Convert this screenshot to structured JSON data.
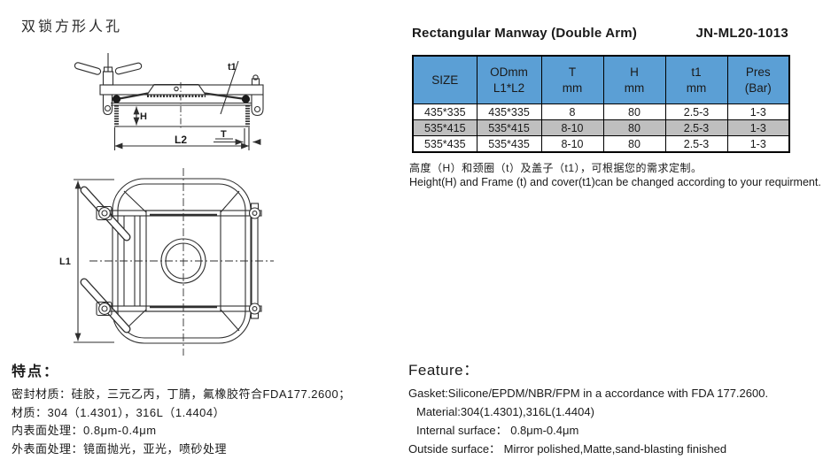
{
  "header": {
    "title_cn": "双锁方形人孔",
    "title_en": "Rectangular Manway (Double Arm)",
    "model": "JN-ML20-1013"
  },
  "table": {
    "columns": [
      {
        "line1": "SIZE",
        "line2": ""
      },
      {
        "line1": "ODmm",
        "line2": "L1*L2"
      },
      {
        "line1": "T",
        "line2": "mm"
      },
      {
        "line1": "H",
        "line2": "mm"
      },
      {
        "line1": "t1",
        "line2": "mm"
      },
      {
        "line1": "Pres",
        "line2": "(Bar)"
      }
    ],
    "rows": [
      {
        "cells": [
          "435*335",
          "435*335",
          "8",
          "80",
          "2.5-3",
          "1-3"
        ]
      },
      {
        "cells": [
          "535*415",
          "535*415",
          "8-10",
          "80",
          "2.5-3",
          "1-3"
        ]
      },
      {
        "cells": [
          "535*435",
          "535*435",
          "8-10",
          "80",
          "2.5-3",
          "1-3"
        ]
      }
    ]
  },
  "notes": {
    "cn": "高度（H）和颈圈（t）及盖子（t1），可根据您的需求定制。",
    "en": "Height(H) and Frame (t) and cover(t1)can be changed according to your requirment."
  },
  "features_cn": {
    "heading": "特点：",
    "lines": [
      "密封材质：硅胶，三元乙丙，丁腈，氟橡胶符合FDA177.2600；",
      "材质：304（1.4301），316L（1.4404）",
      "内表面处理：0.8μm-0.4μm",
      "外表面处理：镜面抛光，亚光，喷砂处理"
    ]
  },
  "features_en": {
    "heading": "Feature：",
    "lines": [
      "Gasket:Silicone/EPDM/NBR/FPM in a accordance with FDA 177.2600.",
      "Material:304(1.4301),316L(1.4404)",
      "Internal surface： 0.8μm-0.4μm",
      "Outside surface： Mirror polished,Matte,sand-blasting finished"
    ]
  },
  "drawing": {
    "side_view_labels": {
      "t1": "t1",
      "h": "H",
      "l2": "L2",
      "t": "T"
    },
    "top_view_labels": {
      "l1": "L1"
    }
  },
  "colors": {
    "table_header_bg": "#5B9FD5",
    "shaded_row_bg": "#BFBFBF",
    "border": "#000000",
    "text": "#1A1A1A"
  }
}
